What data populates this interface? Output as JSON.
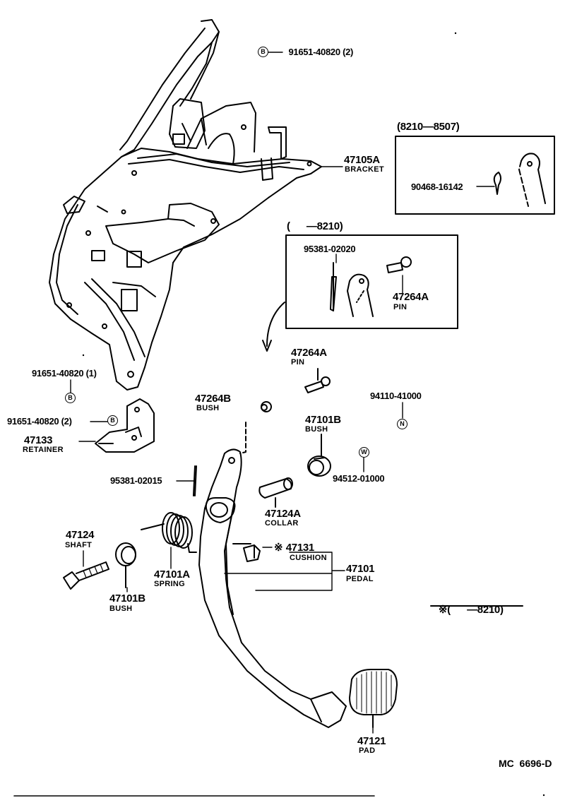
{
  "labels": {
    "top_bolt": {
      "symbol": "B",
      "part": "91651-40820 (2)"
    },
    "bracket": {
      "part": "47105A",
      "name": "BRACKET"
    },
    "inset_top": {
      "range": "(8210—8507)",
      "part": "90468-16142"
    },
    "inset_mid": {
      "range": "(      —8210)",
      "cotter": "95381-02020",
      "pin_part": "47264A",
      "pin_name": "PIN"
    },
    "pin": {
      "part": "47264A",
      "name": "PIN"
    },
    "left_bolt1": {
      "part": "91651-40820 (1)",
      "symbol": "B"
    },
    "left_bolt2": {
      "part": "91651-40820 (2)",
      "symbol": "B"
    },
    "retainer": {
      "part": "47133",
      "name": "RETAINER"
    },
    "bush_top": {
      "part": "47264B",
      "name": "BUSH"
    },
    "nut": {
      "part": "94110-41000",
      "symbol": "N"
    },
    "bush_mid": {
      "part": "47101B",
      "name": "BUSH"
    },
    "washer": {
      "symbol": "W",
      "part": "94512-01000"
    },
    "cotter_low": {
      "part": "95381-02015"
    },
    "collar": {
      "part": "47124A",
      "name": "COLLAR"
    },
    "shaft": {
      "part": "47124",
      "name": "SHAFT"
    },
    "spring": {
      "part": "47101A",
      "name": "SPRING"
    },
    "cushion": {
      "mark": "※",
      "part": "47131",
      "name": "CUSHION"
    },
    "pedal": {
      "part": "47101",
      "name": "PEDAL"
    },
    "bush_low": {
      "part": "47101B",
      "name": "BUSH"
    },
    "note": {
      "mark": "※",
      "range": "(      —8210)"
    },
    "pad": {
      "part": "47121",
      "name": "PAD"
    },
    "code": "MC  6696-D"
  }
}
